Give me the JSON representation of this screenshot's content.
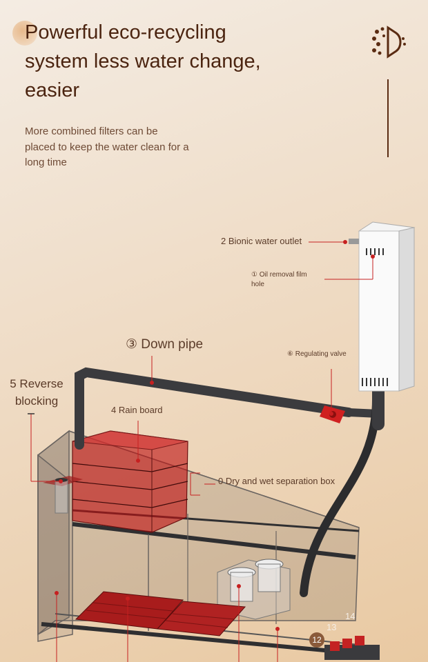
{
  "header": {
    "headline": "Powerful eco-recycling system less water change, easier",
    "subtext": "More combined filters can be placed to keep the water clean for a long time"
  },
  "brand": {
    "logo_icon": "dots-d-logo-icon"
  },
  "labels": {
    "bionic_outlet": "2 Bionic water outlet",
    "oil_removal": "① Oil removal film hole",
    "down_pipe": "③ Down pipe",
    "regulating_valve": "⑥ Regulating valve",
    "reverse_blocking": "5 Reverse blocking",
    "rain_board": "4 Rain board",
    "separation_box": "0 Dry and wet separation box",
    "n12": "12",
    "n13": "13",
    "n14": "14"
  },
  "colors": {
    "accent": "#c62020",
    "text": "#4b2410",
    "pipe": "#3b3b3e",
    "background_from": "#f4ece3",
    "background_to": "#e9c9a2"
  }
}
